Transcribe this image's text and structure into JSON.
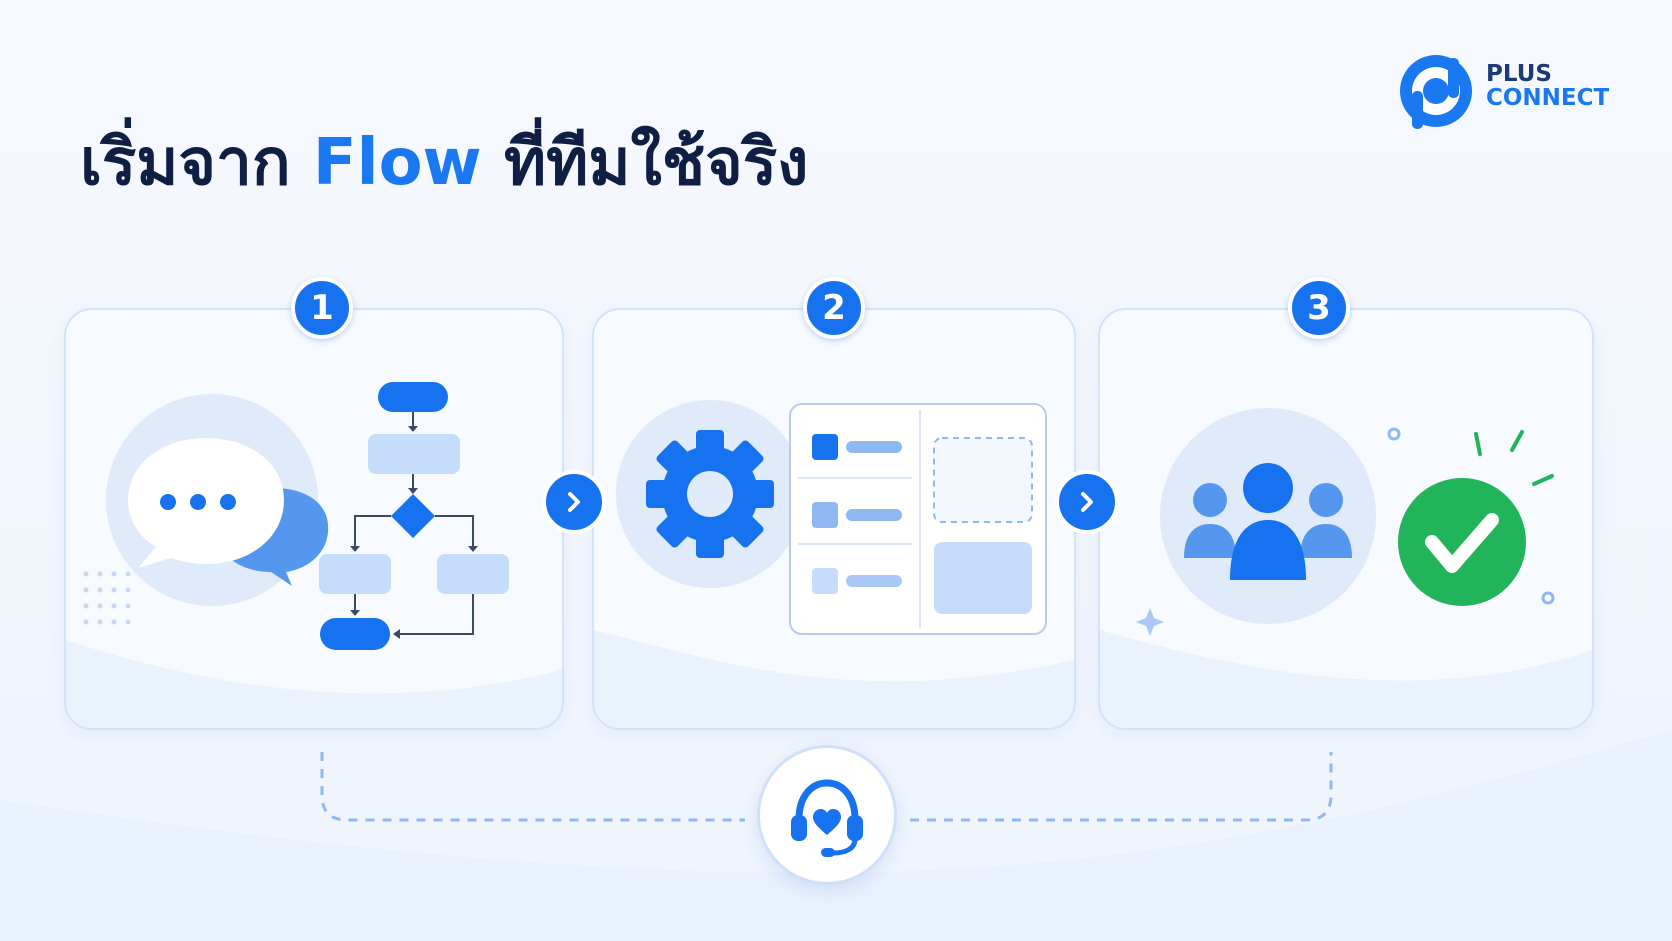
{
  "title": {
    "part1": "เริ่มจาก ",
    "accent": "Flow",
    "part2": " ที่ทีมใช้จริง"
  },
  "brand": {
    "line1": "PLUS",
    "line2": "CONNECT"
  },
  "steps": [
    {
      "number": "1"
    },
    {
      "number": "2"
    },
    {
      "number": "3"
    }
  ],
  "colors": {
    "primary": "#1672ee",
    "light": "#c6dcfb",
    "navy": "#0f1f44",
    "success": "#22b45a"
  }
}
